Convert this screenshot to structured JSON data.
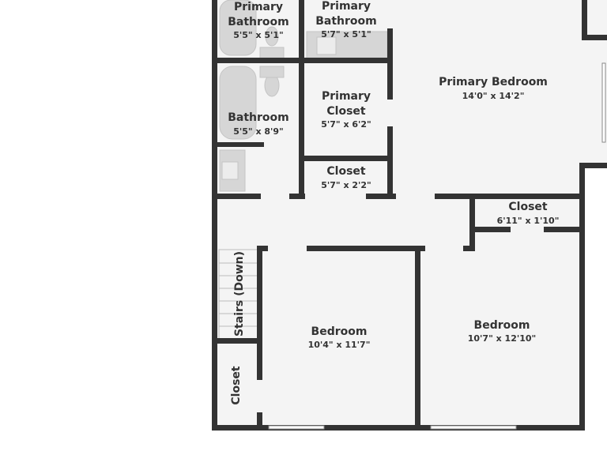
{
  "colors": {
    "wall": "#333333",
    "floor": "#f4f4f4",
    "fixture": "#d4d4d4",
    "text": "#333333",
    "background": "#ffffff"
  },
  "rooms": {
    "primary_bathroom_1": {
      "name_line1": "Primary",
      "name_line2": "Bathroom",
      "dims": "5'5\" x 5'1\""
    },
    "primary_bathroom_2": {
      "name_line1": "Primary",
      "name_line2": "Bathroom",
      "dims": "5'7\" x 5'1\""
    },
    "primary_bedroom": {
      "name": "Primary Bedroom",
      "dims": "14'0\" x 14'2\""
    },
    "bathroom": {
      "name": "Bathroom",
      "dims": "5'5\" x 8'9\""
    },
    "primary_closet": {
      "name_line1": "Primary",
      "name_line2": "Closet",
      "dims": "5'7\" x 6'2\""
    },
    "closet_small": {
      "name": "Closet",
      "dims": "5'7\" x 2'2\""
    },
    "closet_hall": {
      "name": "Closet",
      "dims": "6'11\" x 1'10\""
    },
    "stairs": {
      "name": "Stairs (Down)"
    },
    "bedroom_left": {
      "name": "Bedroom",
      "dims": "10'4\" x 11'7\""
    },
    "bedroom_right": {
      "name": "Bedroom",
      "dims": "10'7\" x 12'10\""
    },
    "closet_bottom": {
      "name": "Closet"
    }
  }
}
